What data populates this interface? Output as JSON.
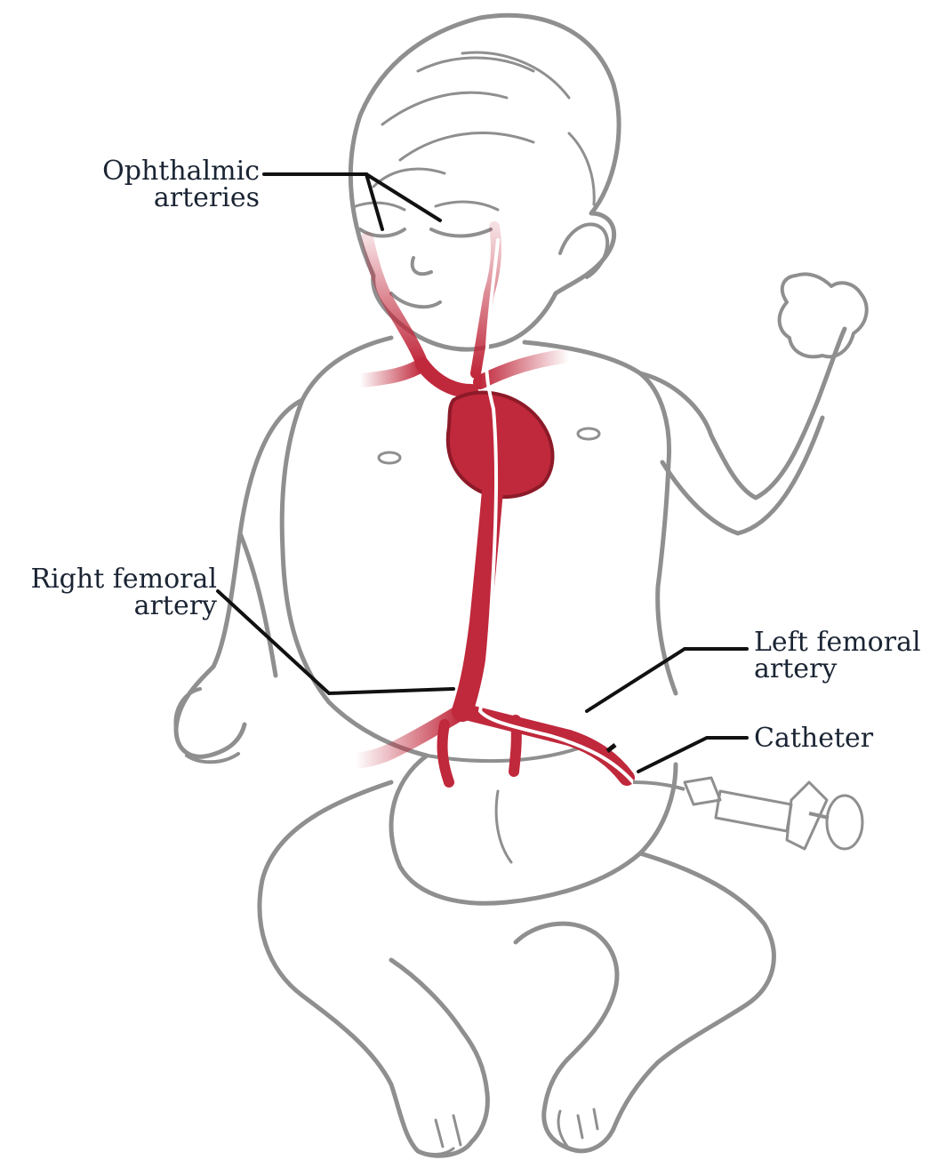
{
  "labels": {
    "ophthalmic": {
      "line1": "Ophthalmic",
      "line2": "arteries"
    },
    "right_femoral": {
      "line1": "Right femoral",
      "line2": "artery"
    },
    "left_femoral": {
      "line1": "Left femoral",
      "line2": "artery"
    },
    "catheter": {
      "line1": "Catheter"
    }
  },
  "colors": {
    "outline": "#8f8f8f",
    "artery": "#c0283b",
    "artery_dark": "#8c1a28",
    "catheter": "#ffffff",
    "leader": "#111111",
    "text": "#1a2433"
  }
}
